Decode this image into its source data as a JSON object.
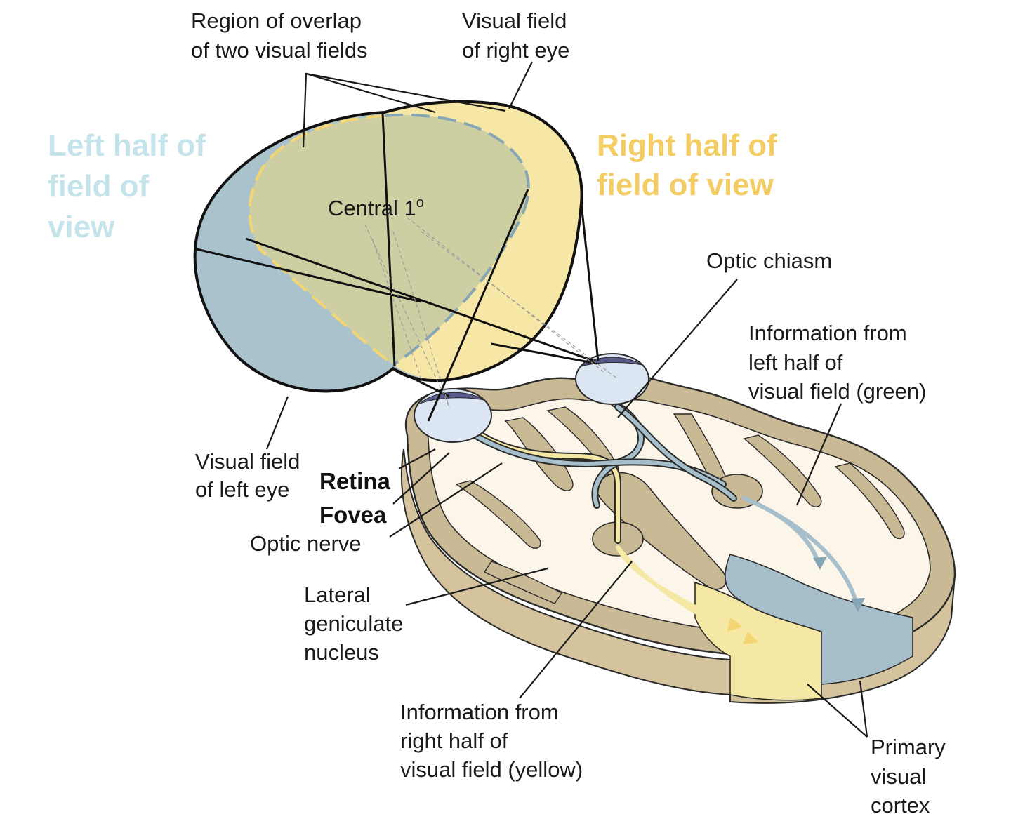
{
  "colors": {
    "left_field": "#a9c2cc",
    "right_field": "#f6e7a6",
    "overlap": "#cdcfa3",
    "left_title": "#c5e3ea",
    "right_title": "#f3cd63",
    "cortex_left": "#a6bfcb",
    "cortex_right": "#f5e8a4",
    "brain_gray": "#c9b994",
    "brain_white": "#fbf5ea"
  },
  "titles": {
    "left": [
      "Left half of",
      "field of",
      "view"
    ],
    "right": [
      "Right half of",
      "field of view"
    ]
  },
  "labels": {
    "overlap_region": [
      "Region of overlap",
      "of two visual fields"
    ],
    "right_eye_field": [
      "Visual field",
      "of right eye"
    ],
    "central": "Central 1",
    "central_sup": "o",
    "optic_chiasm": "Optic chiasm",
    "info_left": [
      "Information from",
      "left half of",
      "visual field (green)"
    ],
    "left_eye_field": [
      "Visual field",
      "of left eye"
    ],
    "retina": "Retina",
    "fovea": "Fovea",
    "optic_nerve": "Optic nerve",
    "lgn": [
      "Lateral",
      "geniculate",
      "nucleus"
    ],
    "info_right": [
      "Information from",
      "right half of",
      "visual field (yellow)"
    ],
    "primary_cortex": [
      "Primary",
      "visual",
      "cortex"
    ]
  }
}
